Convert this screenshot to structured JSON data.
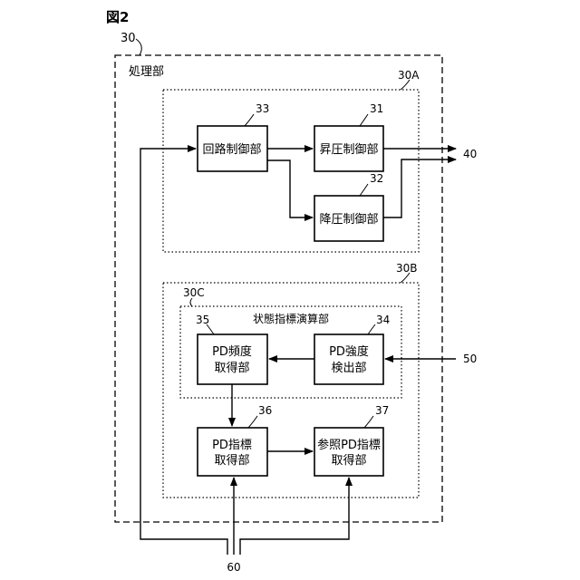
{
  "figure": {
    "title": "図2"
  },
  "processing_unit": {
    "ref": "30",
    "label": "処理部"
  },
  "group_a": {
    "ref": "30A"
  },
  "group_b": {
    "ref": "30B"
  },
  "group_c": {
    "ref": "30C",
    "label": "状態指標演算部"
  },
  "blocks": {
    "circuit_control": {
      "ref": "33",
      "lines": [
        "回路制御部"
      ]
    },
    "boost_control": {
      "ref": "31",
      "lines": [
        "昇圧制御部"
      ]
    },
    "buck_control": {
      "ref": "32",
      "lines": [
        "降圧制御部"
      ]
    },
    "pd_intensity": {
      "ref": "34",
      "lines": [
        "PD強度",
        "検出部"
      ]
    },
    "pd_frequency": {
      "ref": "35",
      "lines": [
        "PD頻度",
        "取得部"
      ]
    },
    "pd_index": {
      "ref": "36",
      "lines": [
        "PD指標",
        "取得部"
      ]
    },
    "ref_pd_index": {
      "ref": "37",
      "lines": [
        "参照PD指標",
        "取得部"
      ]
    }
  },
  "external": {
    "output_ref": "40",
    "input_ref": "50",
    "bottom_ref": "60"
  },
  "colors": {
    "line": "#000000",
    "background": "#ffffff"
  }
}
